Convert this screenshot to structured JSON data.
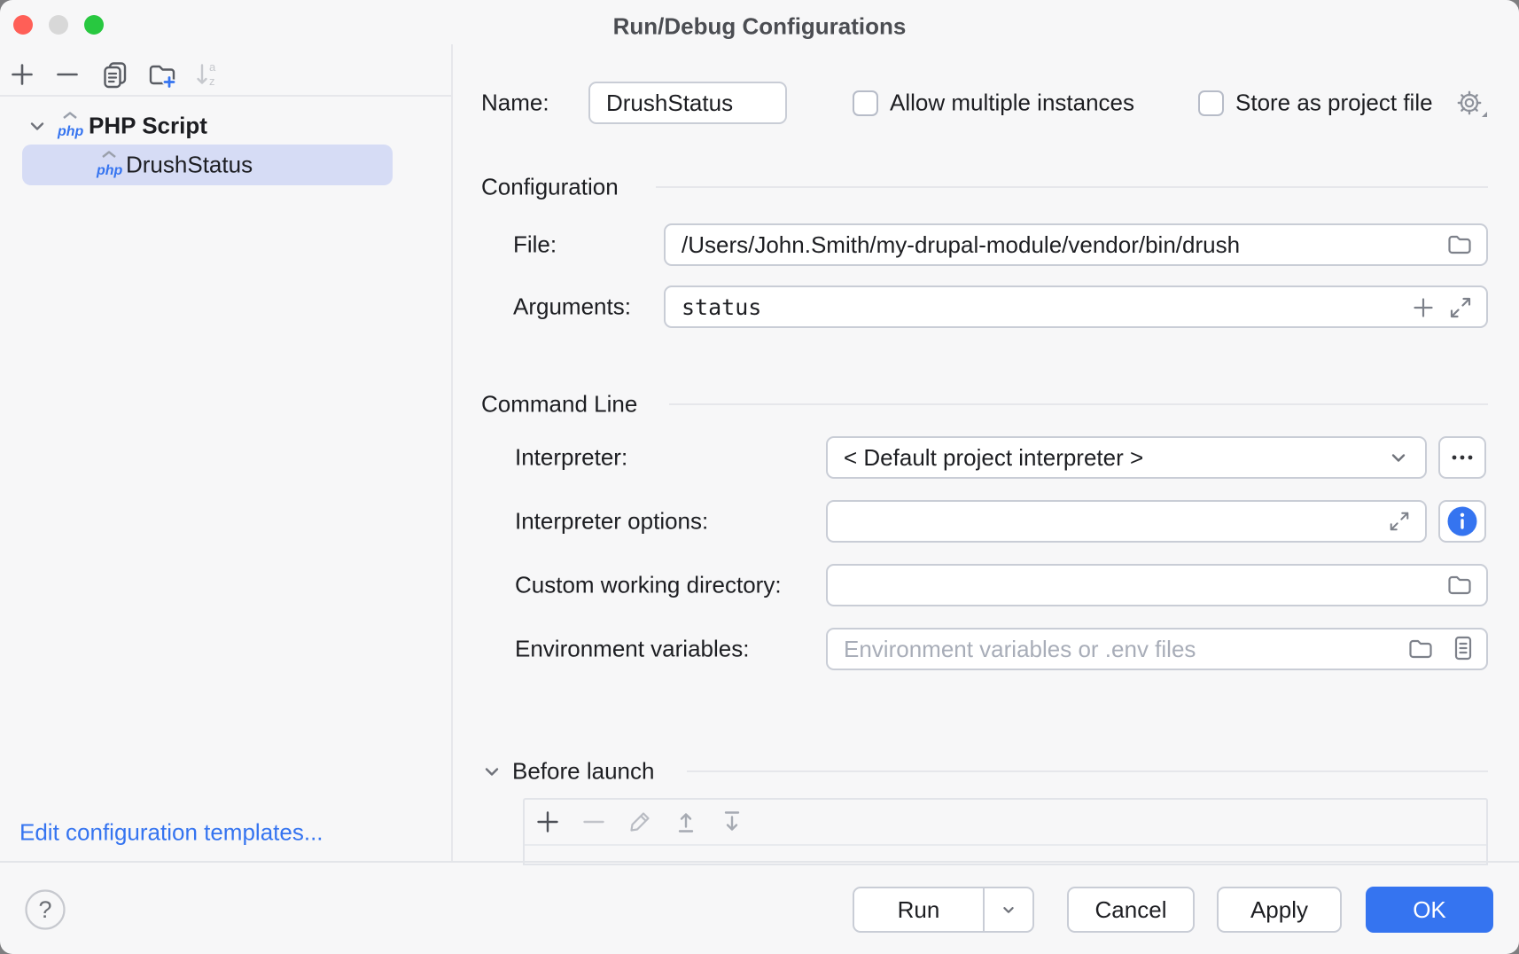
{
  "window": {
    "title": "Run/Debug Configurations"
  },
  "traffic_lights": {
    "close": "#ff5f57",
    "minimize": "#d8d8d8",
    "zoom": "#28c840"
  },
  "sidebar": {
    "toolbar_icons": [
      "add-icon",
      "remove-icon",
      "copy-configuration-icon",
      "new-folder-icon",
      "sort-alphabetically-icon"
    ],
    "tree": {
      "group_label": "PHP Script",
      "item_label": "DrushStatus"
    },
    "edit_templates_link": "Edit configuration templates..."
  },
  "form": {
    "name_label": "Name:",
    "name_value": "DrushStatus",
    "allow_multiple_label": "Allow multiple instances",
    "store_as_project_label": "Store as project file"
  },
  "configuration": {
    "title": "Configuration",
    "file_label": "File:",
    "file_value": "/Users/John.Smith/my-drupal-module/vendor/bin/drush",
    "arguments_label": "Arguments:",
    "arguments_value": "status"
  },
  "command_line": {
    "title": "Command Line",
    "interpreter_label": "Interpreter:",
    "interpreter_value": "< Default project interpreter >",
    "interpreter_options_label": "Interpreter options:",
    "custom_working_directory_label": "Custom working directory:",
    "environment_variables_label": "Environment variables:",
    "environment_variables_placeholder": "Environment variables or .env files"
  },
  "before_launch": {
    "title": "Before launch",
    "toolbar_icons": [
      "add-icon",
      "remove-icon",
      "edit-icon",
      "move-up-icon",
      "move-down-icon"
    ]
  },
  "footer": {
    "run_label": "Run",
    "cancel_label": "Cancel",
    "apply_label": "Apply",
    "ok_label": "OK",
    "help_icon": "question-mark"
  },
  "colors": {
    "accent_blue": "#3574f0",
    "selection_background": "#d6dcf5",
    "window_background": "#f7f7f8",
    "field_border": "#c9cdd6",
    "php_icon_blue": "#3574f0"
  }
}
